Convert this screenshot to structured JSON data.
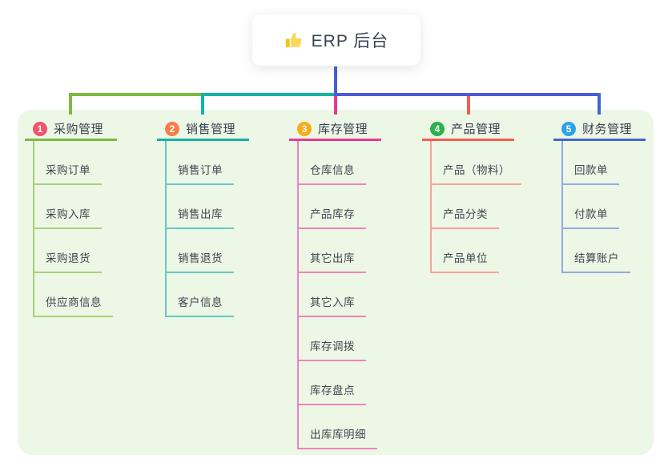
{
  "root": {
    "icon": "thumbs-up-icon",
    "title": "ERP 后台"
  },
  "colors": {
    "panel_bg": "#edf7e6",
    "root_line": "#4a5cd4",
    "icon_yellow": "#f5c families518"
  },
  "branches": [
    {
      "number": "1",
      "title": "采购管理",
      "badge_color": "#f4516c",
      "line_color": "#7cb93f",
      "child_line_color": "#a9d178",
      "children": [
        "采购订单",
        "采购入库",
        "采购退货",
        "供应商信息"
      ]
    },
    {
      "number": "2",
      "title": "销售管理",
      "badge_color": "#f97d4a",
      "line_color": "#14b3a6",
      "child_line_color": "#63cbc1",
      "children": [
        "销售订单",
        "销售出库",
        "销售退货",
        "客户信息"
      ]
    },
    {
      "number": "3",
      "title": "库存管理",
      "badge_color": "#fbab19",
      "line_color": "#e53b92",
      "child_line_color": "#f083bb",
      "children": [
        "仓库信息",
        "产品库存",
        "其它出库",
        "其它入库",
        "库存调拨",
        "库存盘点",
        "出库库明细"
      ]
    },
    {
      "number": "4",
      "title": "产品管理",
      "badge_color": "#2bb24c",
      "line_color": "#f75d55",
      "child_line_color": "#fba09a",
      "children": [
        "产品（物料）",
        "产品分类",
        "产品单位"
      ]
    },
    {
      "number": "5",
      "title": "财务管理",
      "badge_color": "#2ea2e5",
      "line_color": "#4465d1",
      "child_line_color": "#93a9e4",
      "children": [
        "回款单",
        "付款单",
        "结算账户"
      ]
    }
  ]
}
